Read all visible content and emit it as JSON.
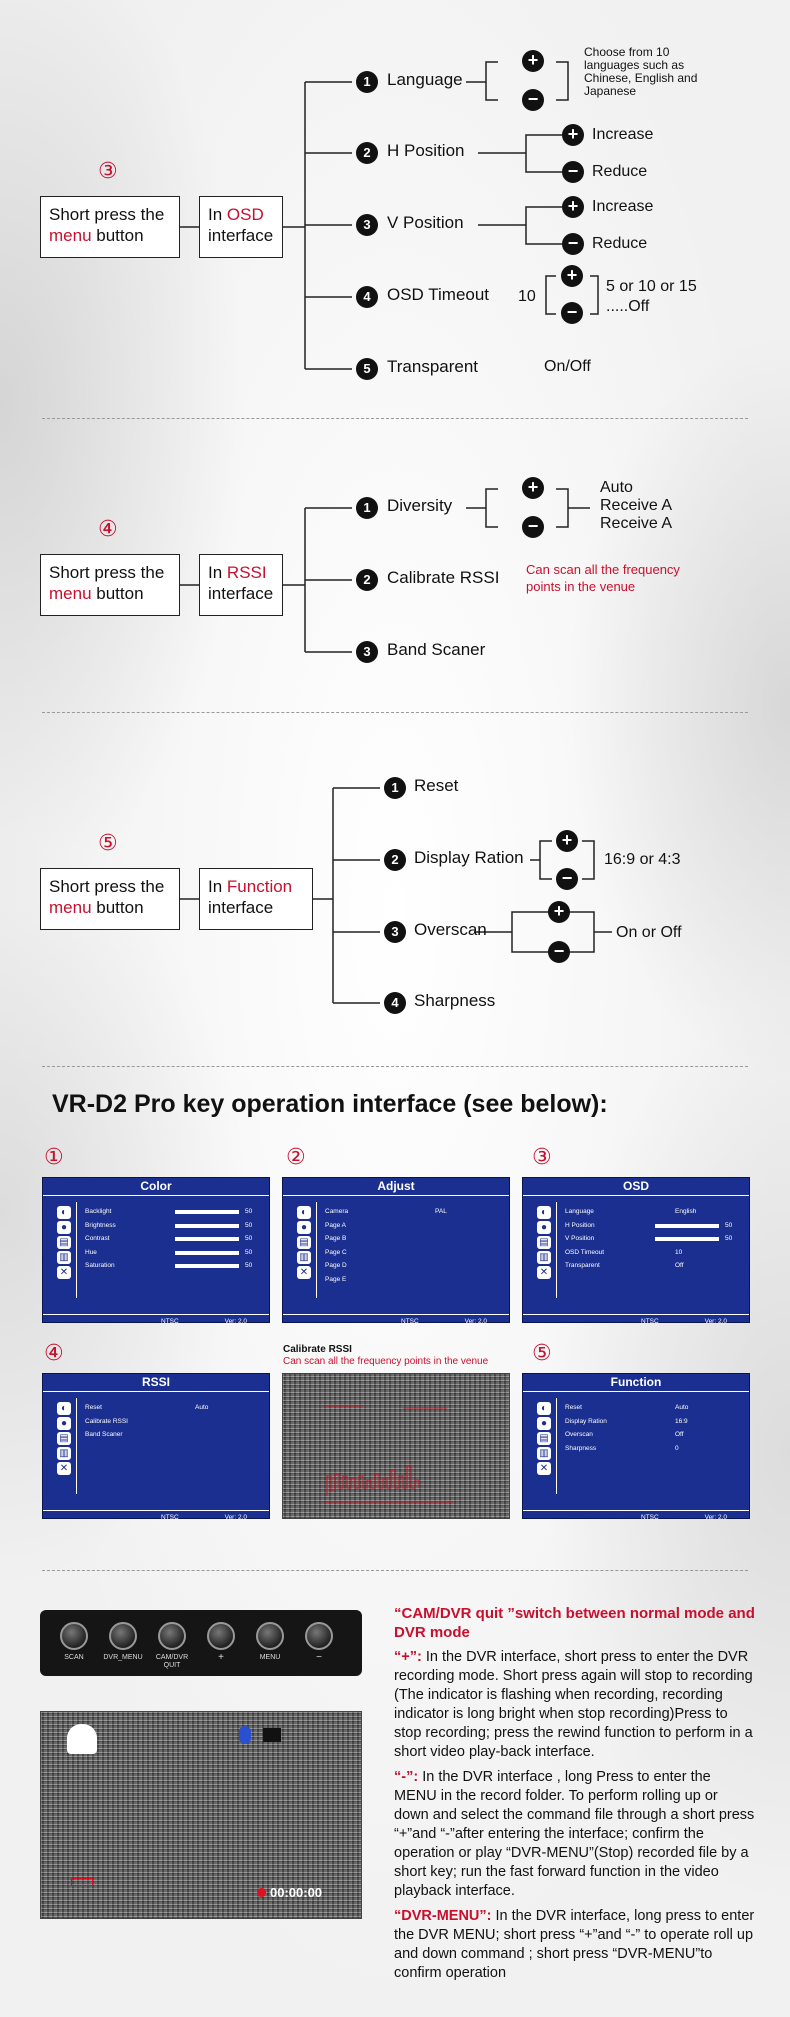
{
  "sections": {
    "osd": {
      "step": "③",
      "box1_pre": "Short press the",
      "box1_red": "menu",
      "box1_post": "button",
      "box2_pre": "In",
      "box2_red": "OSD",
      "box2_post": "interface",
      "items": [
        {
          "num": "1",
          "label": "Language"
        },
        {
          "num": "2",
          "label": "H Position"
        },
        {
          "num": "3",
          "label": "V Position"
        },
        {
          "num": "4",
          "label": "OSD Timeout"
        },
        {
          "num": "5",
          "label": "Transparent"
        }
      ],
      "language_note": "Choose from 10 languages such as Chinese, English and Japanese",
      "increase": "Increase",
      "reduce": "Reduce",
      "timeout_prefix": "10",
      "timeout_options_1": "5 or 10 or 15",
      "timeout_options_2": ".....Off",
      "transparent_value": "On/Off"
    },
    "rssi": {
      "step": "④",
      "box1_pre": "Short press the",
      "box1_red": "menu",
      "box1_post": "button",
      "box2_pre": "In",
      "box2_red": "RSSI",
      "box2_post": "interface",
      "items": [
        {
          "num": "1",
          "label": "Diversity"
        },
        {
          "num": "2",
          "label": "Calibrate RSSI"
        },
        {
          "num": "3",
          "label": "Band Scaner"
        }
      ],
      "diversity_options": [
        "Auto",
        "Receive A",
        "Receive A"
      ],
      "calibrate_note_1": "Can scan all the frequency",
      "calibrate_note_2": "points in the venue"
    },
    "function": {
      "step": "⑤",
      "box1_pre": "Short press the",
      "box1_red": "menu",
      "box1_post": "button",
      "box2_pre": "In",
      "box2_red": "Function",
      "box2_post": "interface",
      "items": [
        {
          "num": "1",
          "label": "Reset"
        },
        {
          "num": "2",
          "label": "Display Ration"
        },
        {
          "num": "3",
          "label": "Overscan"
        },
        {
          "num": "4",
          "label": "Sharpness"
        }
      ],
      "display_value": "16:9 or 4:3",
      "overscan_value": "On or Off"
    }
  },
  "heading": "VR-D2 Pro key operation interface (see below):",
  "screens": {
    "color": {
      "num": "①",
      "title": "Color",
      "rows": [
        {
          "label": "Backlight",
          "value": "50"
        },
        {
          "label": "Brightness",
          "value": "50"
        },
        {
          "label": "Contrast",
          "value": "50"
        },
        {
          "label": "Hue",
          "value": "50"
        },
        {
          "label": "Saturation",
          "value": "50"
        }
      ],
      "footer_left": "NTSC",
      "footer_right": "Ver: 2.0"
    },
    "adjust": {
      "num": "②",
      "title": "Adjust",
      "rows": [
        {
          "label": "Camera",
          "value": "PAL"
        },
        {
          "label": "Page A",
          "value": ""
        },
        {
          "label": "Page B",
          "value": ""
        },
        {
          "label": "Page C",
          "value": ""
        },
        {
          "label": "Page D",
          "value": ""
        },
        {
          "label": "Page E",
          "value": ""
        }
      ],
      "footer_left": "NTSC",
      "footer_right": "Ver: 2.0"
    },
    "osd": {
      "num": "③",
      "title": "OSD",
      "rows": [
        {
          "label": "Language",
          "value": "English"
        },
        {
          "label": "H Position",
          "value": "50"
        },
        {
          "label": "V Position",
          "value": "50"
        },
        {
          "label": "OSD Timeout",
          "value": "10"
        },
        {
          "label": "Transparent",
          "value": "Off"
        }
      ],
      "footer_left": "NTSC",
      "footer_right": "Ver: 2.0"
    },
    "rssi": {
      "num": "④",
      "title": "RSSI",
      "rows": [
        {
          "label": "Reset",
          "value": "Auto"
        },
        {
          "label": "Calibrate RSSI",
          "value": ""
        },
        {
          "label": "Band Scaner",
          "value": ""
        }
      ],
      "footer_left": "NTSC",
      "footer_right": "Ver: 2.0"
    },
    "calibrate": {
      "title": "Calibrate RSSI",
      "note": "Can scan all the frequency points in the venue"
    },
    "function": {
      "num": "⑤",
      "title": "Function",
      "rows": [
        {
          "label": "Reset",
          "value": "Auto"
        },
        {
          "label": "Display Ration",
          "value": "16:9"
        },
        {
          "label": "Overscan",
          "value": "Off"
        },
        {
          "label": "Sharpness",
          "value": "0"
        }
      ],
      "footer_left": "NTSC",
      "footer_right": "Ver: 2.0"
    }
  },
  "buttons": [
    "SCAN",
    "DVR_MENU",
    "CAM/DVR QUIT",
    "+",
    "MENU",
    "−"
  ],
  "dvr_preview": {
    "timer": "00:00:00"
  },
  "descriptions": [
    {
      "head": "“CAM/DVR quit ”switch between normal mode and DVR mode",
      "body": ""
    },
    {
      "head": "“+”:",
      "body": " In the DVR interface, short press to enter the DVR recording mode. Short press again will stop to recording (The indicator is flashing when recording, recording indicator is long bright when stop recording)Press to stop recording; press the rewind function to perform in a short video play-back interface."
    },
    {
      "head": "“-”:",
      "body": " In the DVR interface , long Press to enter the MENU in the record folder. To perform rolling up or down and select the command file through a short press “+”and “-”after entering the interface; confirm the operation or play “DVR-MENU”(Stop) recorded file by a short key; run the fast forward function in the video playback interface."
    },
    {
      "head": "“DVR-MENU”:",
      "body": " In the DVR interface, long press to enter the DVR MENU; short press “+”and “-” to operate roll up and down command ; short press “DVR-MENU”to confirm operation"
    }
  ]
}
